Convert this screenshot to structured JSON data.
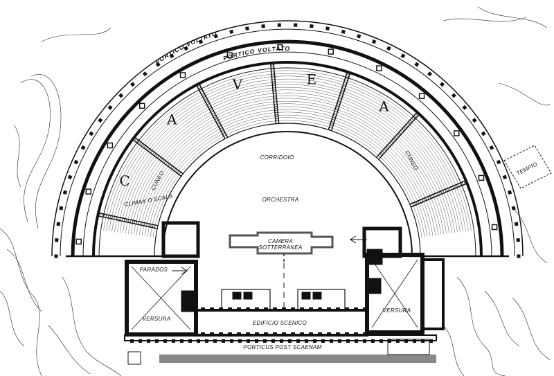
{
  "plan": {
    "labels": {
      "portico_outer": "PORTICO VOLTATO",
      "portico_inner": "PORTICO VOLTATO",
      "cavea_letters": [
        "C",
        "A",
        "V",
        "E",
        "A"
      ],
      "cuneo_left": "CUNEO",
      "cuneo_right": "CUNEO",
      "corridoio": "CORRIDOIO",
      "climax": "CLIMAX O SCALA",
      "orchestra": "ORCHESTRA",
      "camera_line1": "CAMERA",
      "camera_line2": "SOTTERRANEA",
      "parados": "PARADOS",
      "versura_left": "VERSURA",
      "versura_right": "VERSURA",
      "edificio": "EDIFICIO SCENICO",
      "porticus": "PORTICUS POST SCAENAM",
      "tempio": "TEMPIO"
    },
    "colors": {
      "ink": "#111111",
      "paper": "#ffffff",
      "hatch": "#555555"
    }
  }
}
